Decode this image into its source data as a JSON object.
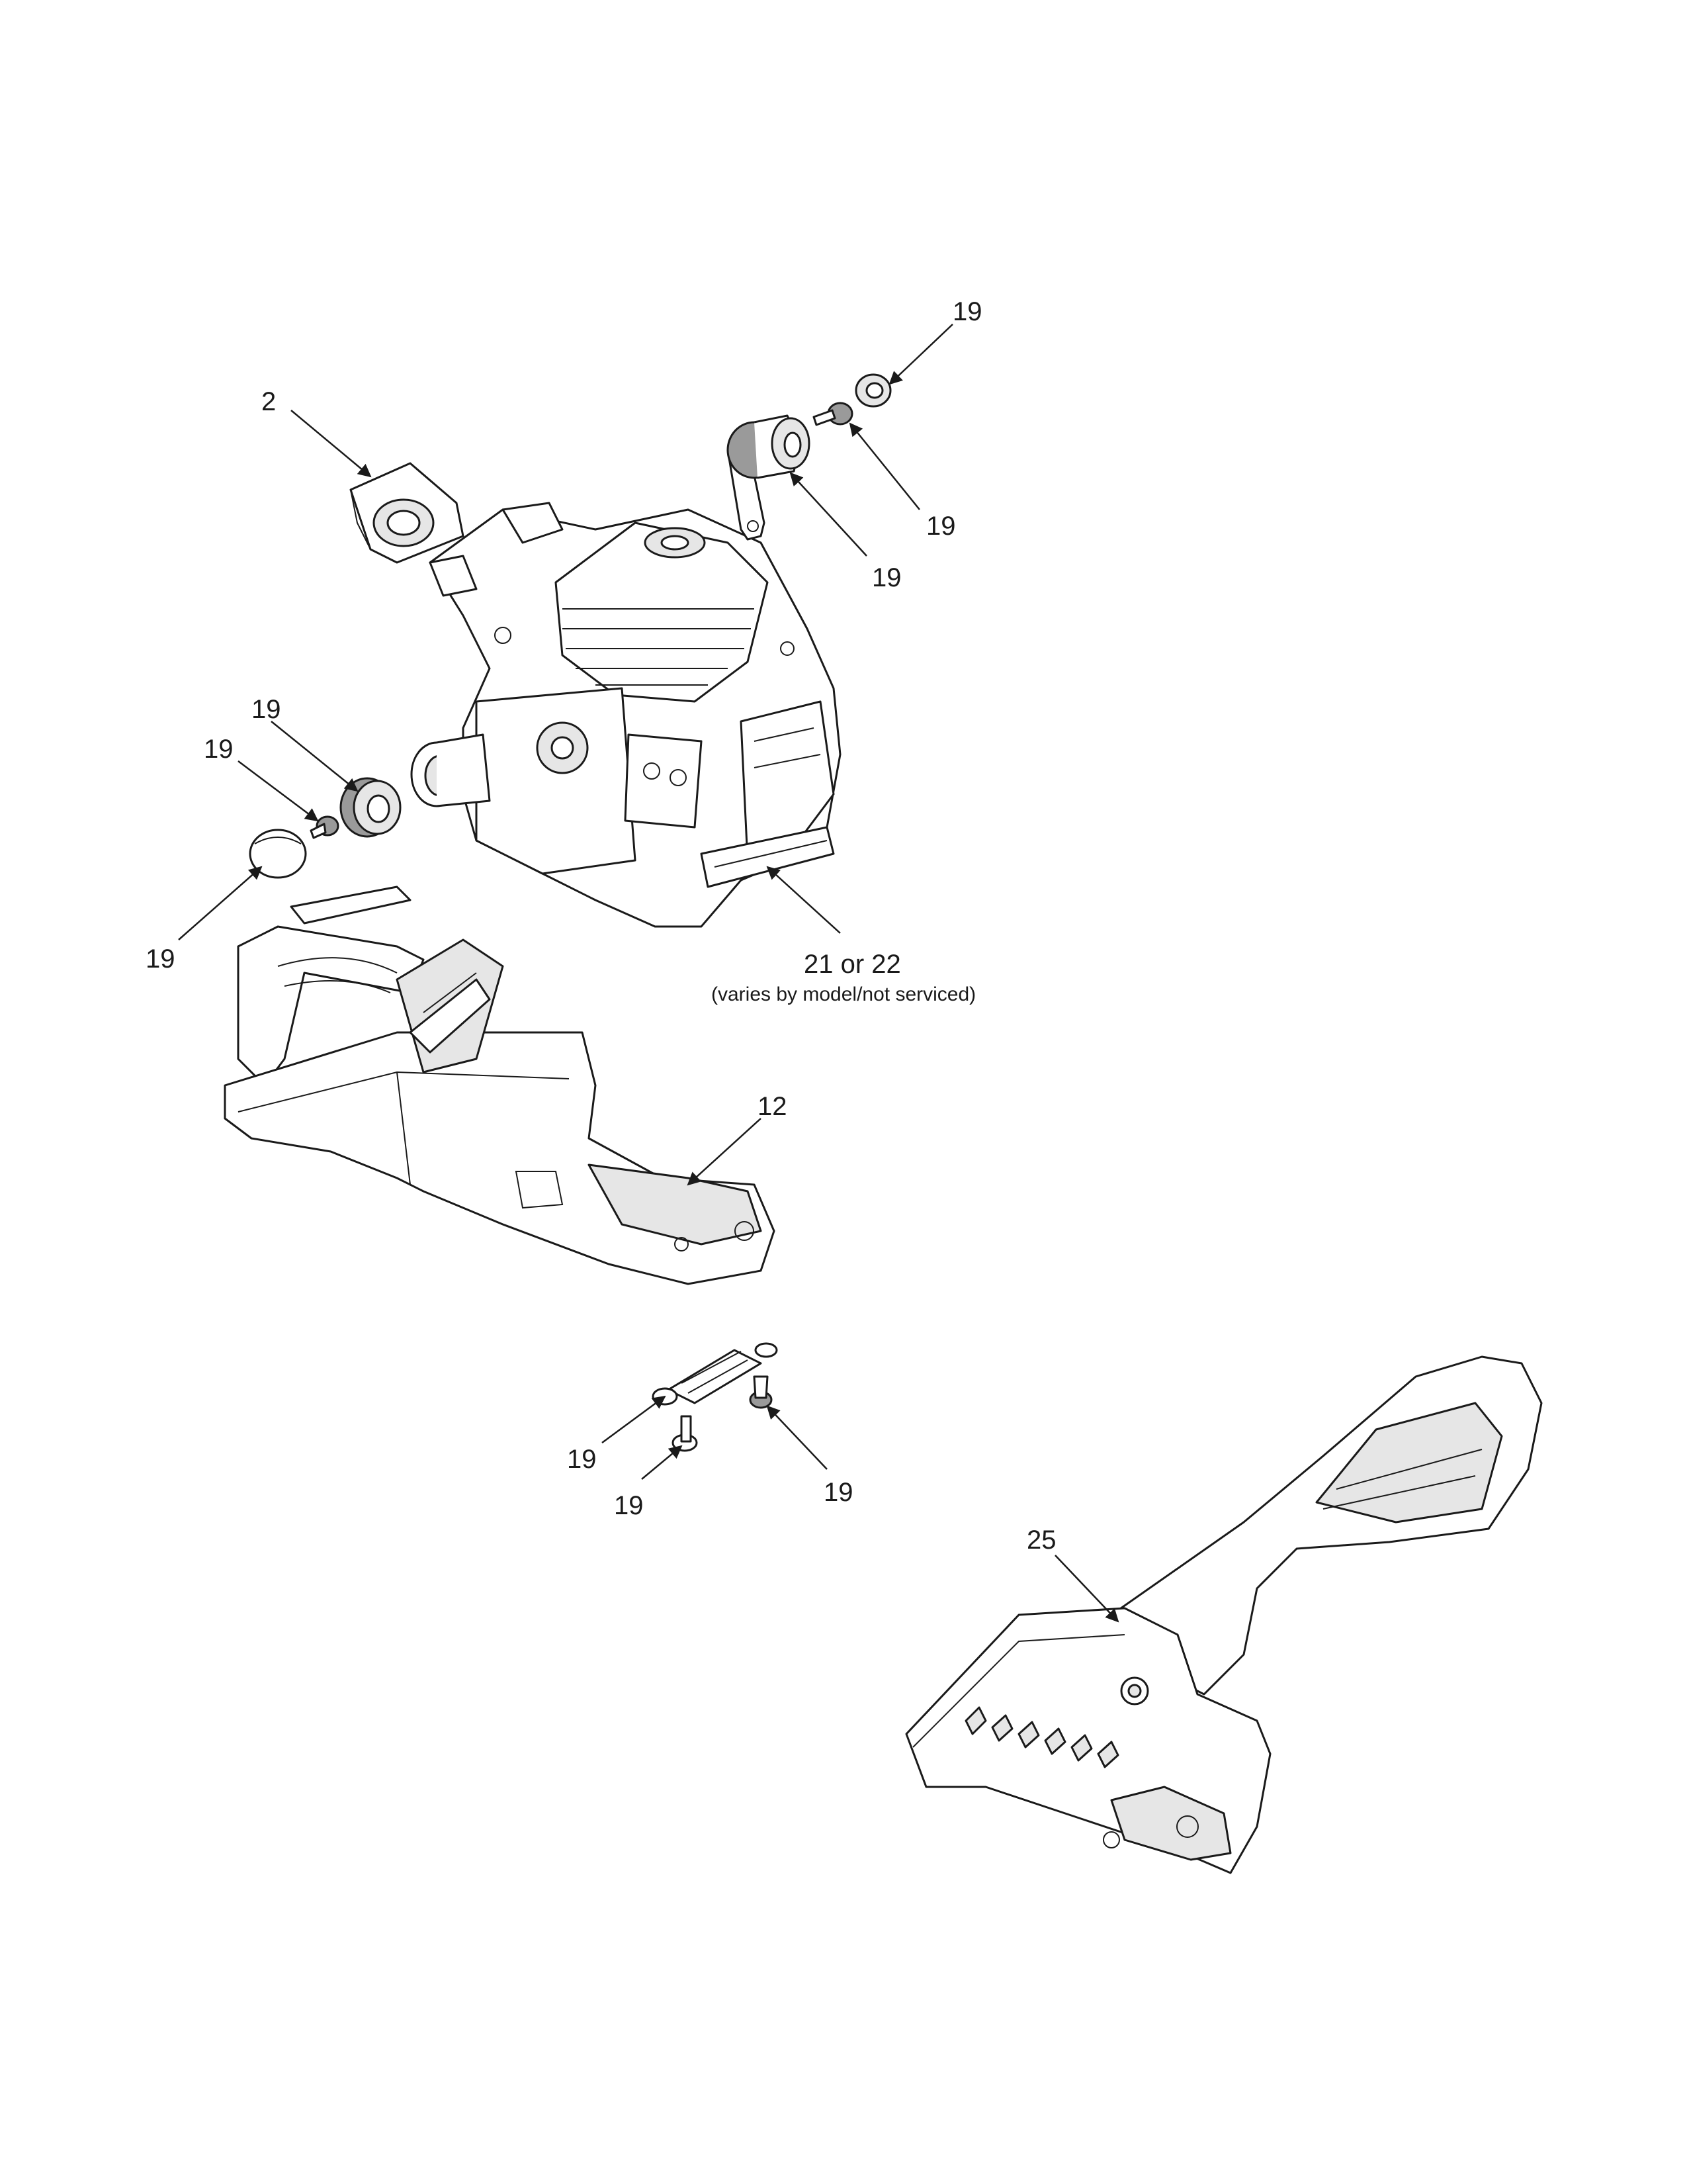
{
  "callouts": {
    "c2": "2",
    "c19_a": "19",
    "c19_b": "19",
    "c19_c": "19",
    "c19_d": "19",
    "c19_e": "19",
    "c19_f": "19",
    "c19_g": "19",
    "c19_h": "19",
    "c19_i": "19",
    "c21": "21 or 22",
    "c21_note": "(varies by model/not serviced)",
    "c12": "12",
    "c25": "25"
  }
}
